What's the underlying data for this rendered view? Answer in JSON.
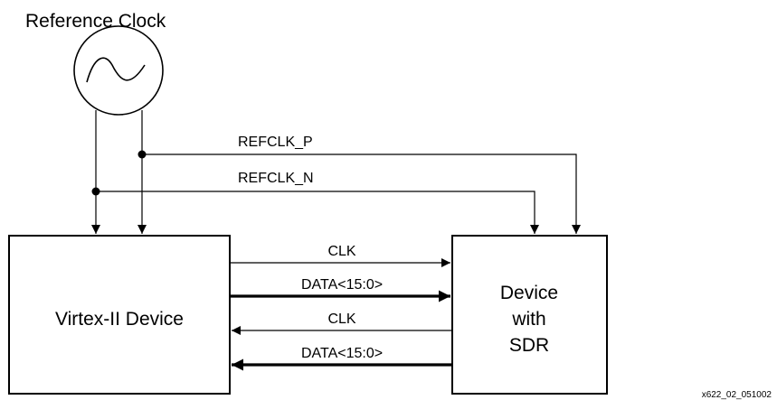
{
  "reference_clock": {
    "label": "Reference Clock"
  },
  "signals": {
    "refclk_p": "REFCLK_P",
    "refclk_n": "REFCLK_N",
    "clk_to_sdr": "CLK",
    "data_to_sdr": "DATA<15:0>",
    "clk_from_sdr": "CLK",
    "data_from_sdr": "DATA<15:0>"
  },
  "virtex_device": {
    "label": "Virtex-II Device"
  },
  "sdr_device": {
    "line1": "Device",
    "line2": "with",
    "line3": "SDR"
  },
  "figure_id": "x622_02_051002"
}
